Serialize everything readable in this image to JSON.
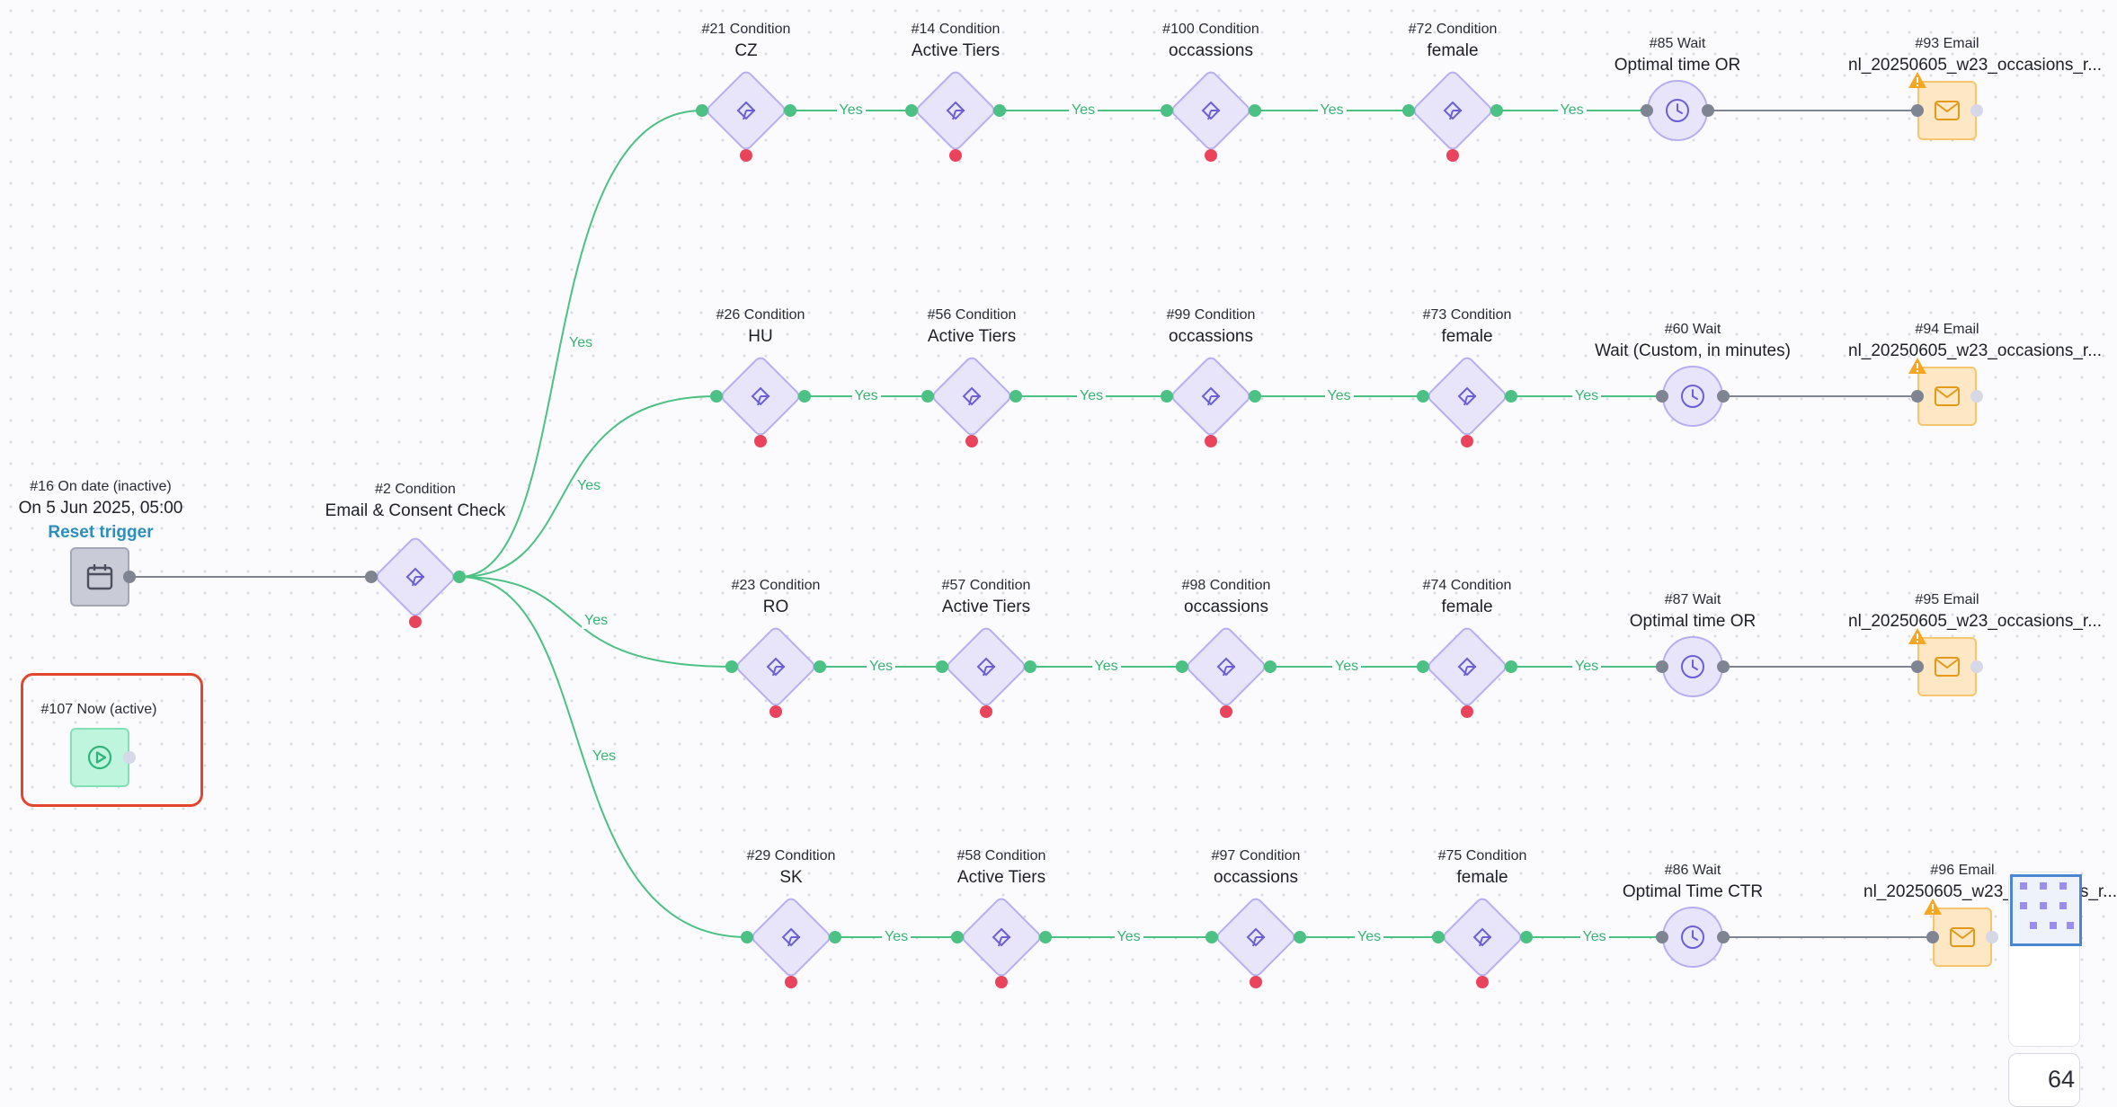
{
  "trigger_date": {
    "id": "#16 On date (inactive)",
    "title": "On 5 Jun 2025, 05:00",
    "reset": "Reset trigger"
  },
  "trigger_now": {
    "id": "#107 Now (active)"
  },
  "root": {
    "id": "#2 Condition",
    "title": "Email & Consent Check"
  },
  "yes_label": "Yes",
  "rows": [
    {
      "conditions": [
        {
          "id": "#21 Condition",
          "title": "CZ"
        },
        {
          "id": "#14 Condition",
          "title": "Active Tiers"
        },
        {
          "id": "#100 Condition",
          "title": "occassions"
        },
        {
          "id": "#72 Condition",
          "title": "female"
        }
      ],
      "wait": {
        "id": "#85 Wait",
        "title": "Optimal time OR"
      },
      "email": {
        "id": "#93 Email",
        "title": "nl_20250605_w23_occasions_r..."
      }
    },
    {
      "conditions": [
        {
          "id": "#26 Condition",
          "title": "HU"
        },
        {
          "id": "#56 Condition",
          "title": "Active Tiers"
        },
        {
          "id": "#99 Condition",
          "title": "occassions"
        },
        {
          "id": "#73 Condition",
          "title": "female"
        }
      ],
      "wait": {
        "id": "#60 Wait",
        "title": "Wait (Custom, in minutes)"
      },
      "email": {
        "id": "#94 Email",
        "title": "nl_20250605_w23_occasions_r..."
      }
    },
    {
      "conditions": [
        {
          "id": "#23 Condition",
          "title": "RO"
        },
        {
          "id": "#57 Condition",
          "title": "Active Tiers"
        },
        {
          "id": "#98 Condition",
          "title": "occassions"
        },
        {
          "id": "#74 Condition",
          "title": "female"
        }
      ],
      "wait": {
        "id": "#87 Wait",
        "title": "Optimal time OR"
      },
      "email": {
        "id": "#95 Email",
        "title": "nl_20250605_w23_occasions_r..."
      }
    },
    {
      "conditions": [
        {
          "id": "#29 Condition",
          "title": "SK"
        },
        {
          "id": "#58 Condition",
          "title": "Active Tiers"
        },
        {
          "id": "#97 Condition",
          "title": "occassions"
        },
        {
          "id": "#75 Condition",
          "title": "female"
        }
      ],
      "wait": {
        "id": "#86 Wait",
        "title": "Optimal Time CTR"
      },
      "email": {
        "id": "#96 Email",
        "title": "nl_20250605_w23_occasions_r..."
      }
    }
  ],
  "zoom": "64",
  "colors": {
    "yes_edge": "#4cc184",
    "neutral_edge": "#7f8493",
    "condition_fill": "#e8e5fb",
    "email_fill": "#fde7c4",
    "highlight": "#e3462f"
  }
}
